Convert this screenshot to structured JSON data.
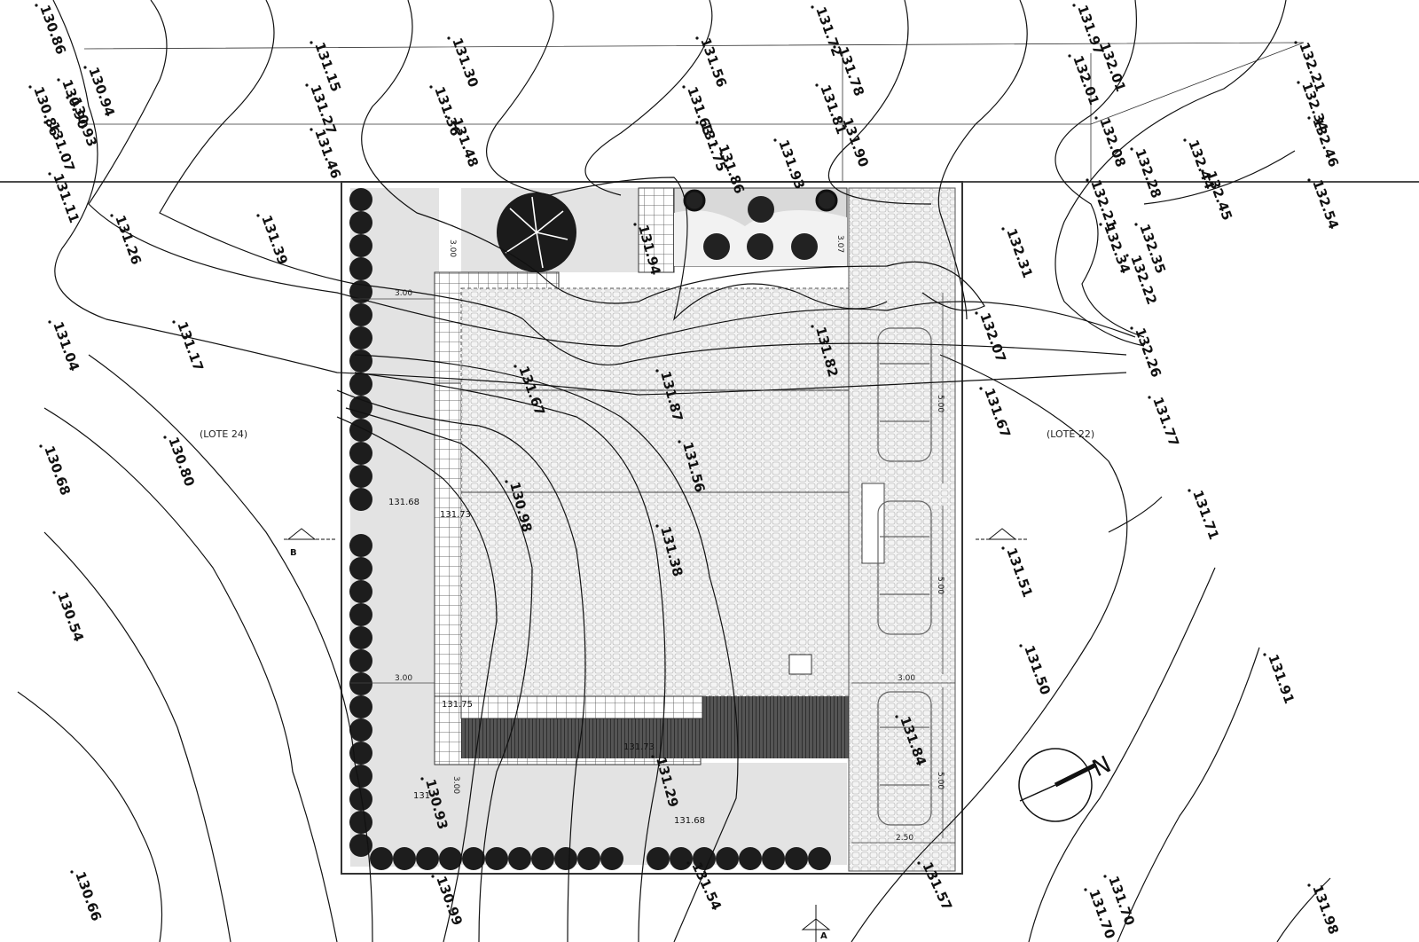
{
  "lots": {
    "left": "(LOTE 24)",
    "right": "(LOTE 22)"
  },
  "north_label": "N",
  "section_marks": {
    "b": "B",
    "a": "A"
  },
  "dimensions": {
    "d1": "3.00",
    "d2": "3.00",
    "d3": "3.00",
    "d4": "5.00",
    "d5": "5.00",
    "d6": "5.00",
    "d7": "2.50",
    "d8": "3.00",
    "d9": "3.00",
    "d10": "3.07"
  },
  "spot_levels_inner": {
    "a": "131.68",
    "b": "131.73",
    "c": "131.75",
    "d": "131.73",
    "e": "131.68",
    "f": "131"
  },
  "elevations": {
    "e01": "130.86",
    "e02": "130.94",
    "e03": "130.90",
    "e04": "130.93",
    "e05": "130.86",
    "e06": "131.07",
    "e07": "131.11",
    "e08": "131.15",
    "e09": "131.27",
    "e10": "131.46",
    "e11": "131.30",
    "e12": "131.36",
    "e13": "131.48",
    "e14": "131.26",
    "e15": "131.39",
    "e16": "131.56",
    "e17": "131.63",
    "e18": "131.75",
    "e19": "131.86",
    "e20": "131.72",
    "e21": "131.78",
    "e22": "131.81",
    "e23": "131.90",
    "e24": "131.93",
    "e25": "131.97",
    "e26": "132.01",
    "e27": "132.01",
    "e28": "132.08",
    "e29": "132.21",
    "e30": "132.34",
    "e31": "132.46",
    "e32": "132.28",
    "e33": "132.44",
    "e34": "132.45",
    "e35": "132.54",
    "e36": "132.21",
    "e37": "132.34",
    "e38": "132.35",
    "e39": "132.31",
    "e40": "132.22",
    "e41": "132.26",
    "e42": "132.07",
    "e43": "131.67",
    "e44": "131.77",
    "e45": "131.71",
    "e46": "131.04",
    "e47": "131.17",
    "e48": "130.68",
    "e49": "130.80",
    "e50": "130.54",
    "e51": "130.66",
    "e52": "130.99",
    "e53": "131.51",
    "e54": "131.50",
    "e55": "131.91",
    "e56": "131.98",
    "e57": "131.70",
    "e58": "131.70",
    "e59": "131.57",
    "e60": "131.67",
    "e61": "131.87",
    "e62": "131.82",
    "e63": "131.56",
    "e64": "131.38",
    "e65": "130.98",
    "e66": "131.29",
    "e67": "130.93",
    "e68": "131.94",
    "e69": "131.84",
    "e70": "131.54"
  }
}
